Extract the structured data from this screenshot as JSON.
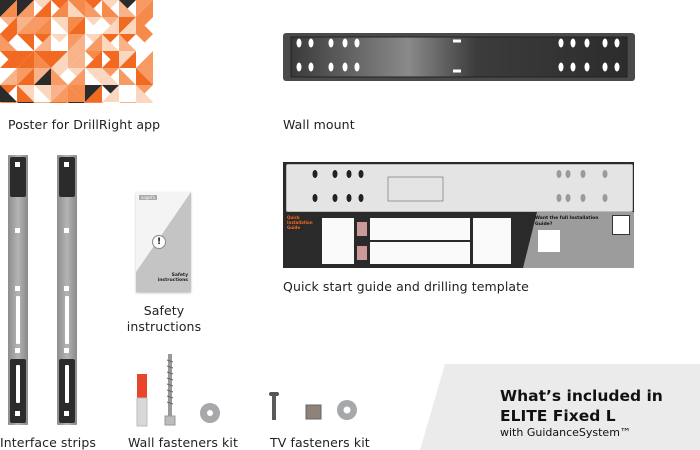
{
  "items": {
    "poster": {
      "caption": "Poster for DrillRight app"
    },
    "wall_mount": {
      "caption": "Wall mount"
    },
    "template": {
      "caption": "Quick start guide and drilling template",
      "guide_heading": "Quick Installation Guide",
      "guide_question": "Want the full Installation Guide?"
    },
    "strips": {
      "caption": "Interface strips"
    },
    "safety": {
      "caption_line1": "Safety",
      "caption_line2": "instructions",
      "booklet_text": "Safety instructions",
      "brand": "vogel's"
    },
    "wall_fasteners": {
      "caption": "Wall fasteners kit"
    },
    "tv_fasteners": {
      "caption": "TV fasteners kit"
    }
  },
  "banner": {
    "line1": "What’s included in",
    "line2": "ELITE Fixed L",
    "line3": "with GuidanceSystem™"
  },
  "colors": {
    "accent": "#f26a21",
    "dark": "#2b2b2b",
    "panel": "#ebebeb"
  }
}
